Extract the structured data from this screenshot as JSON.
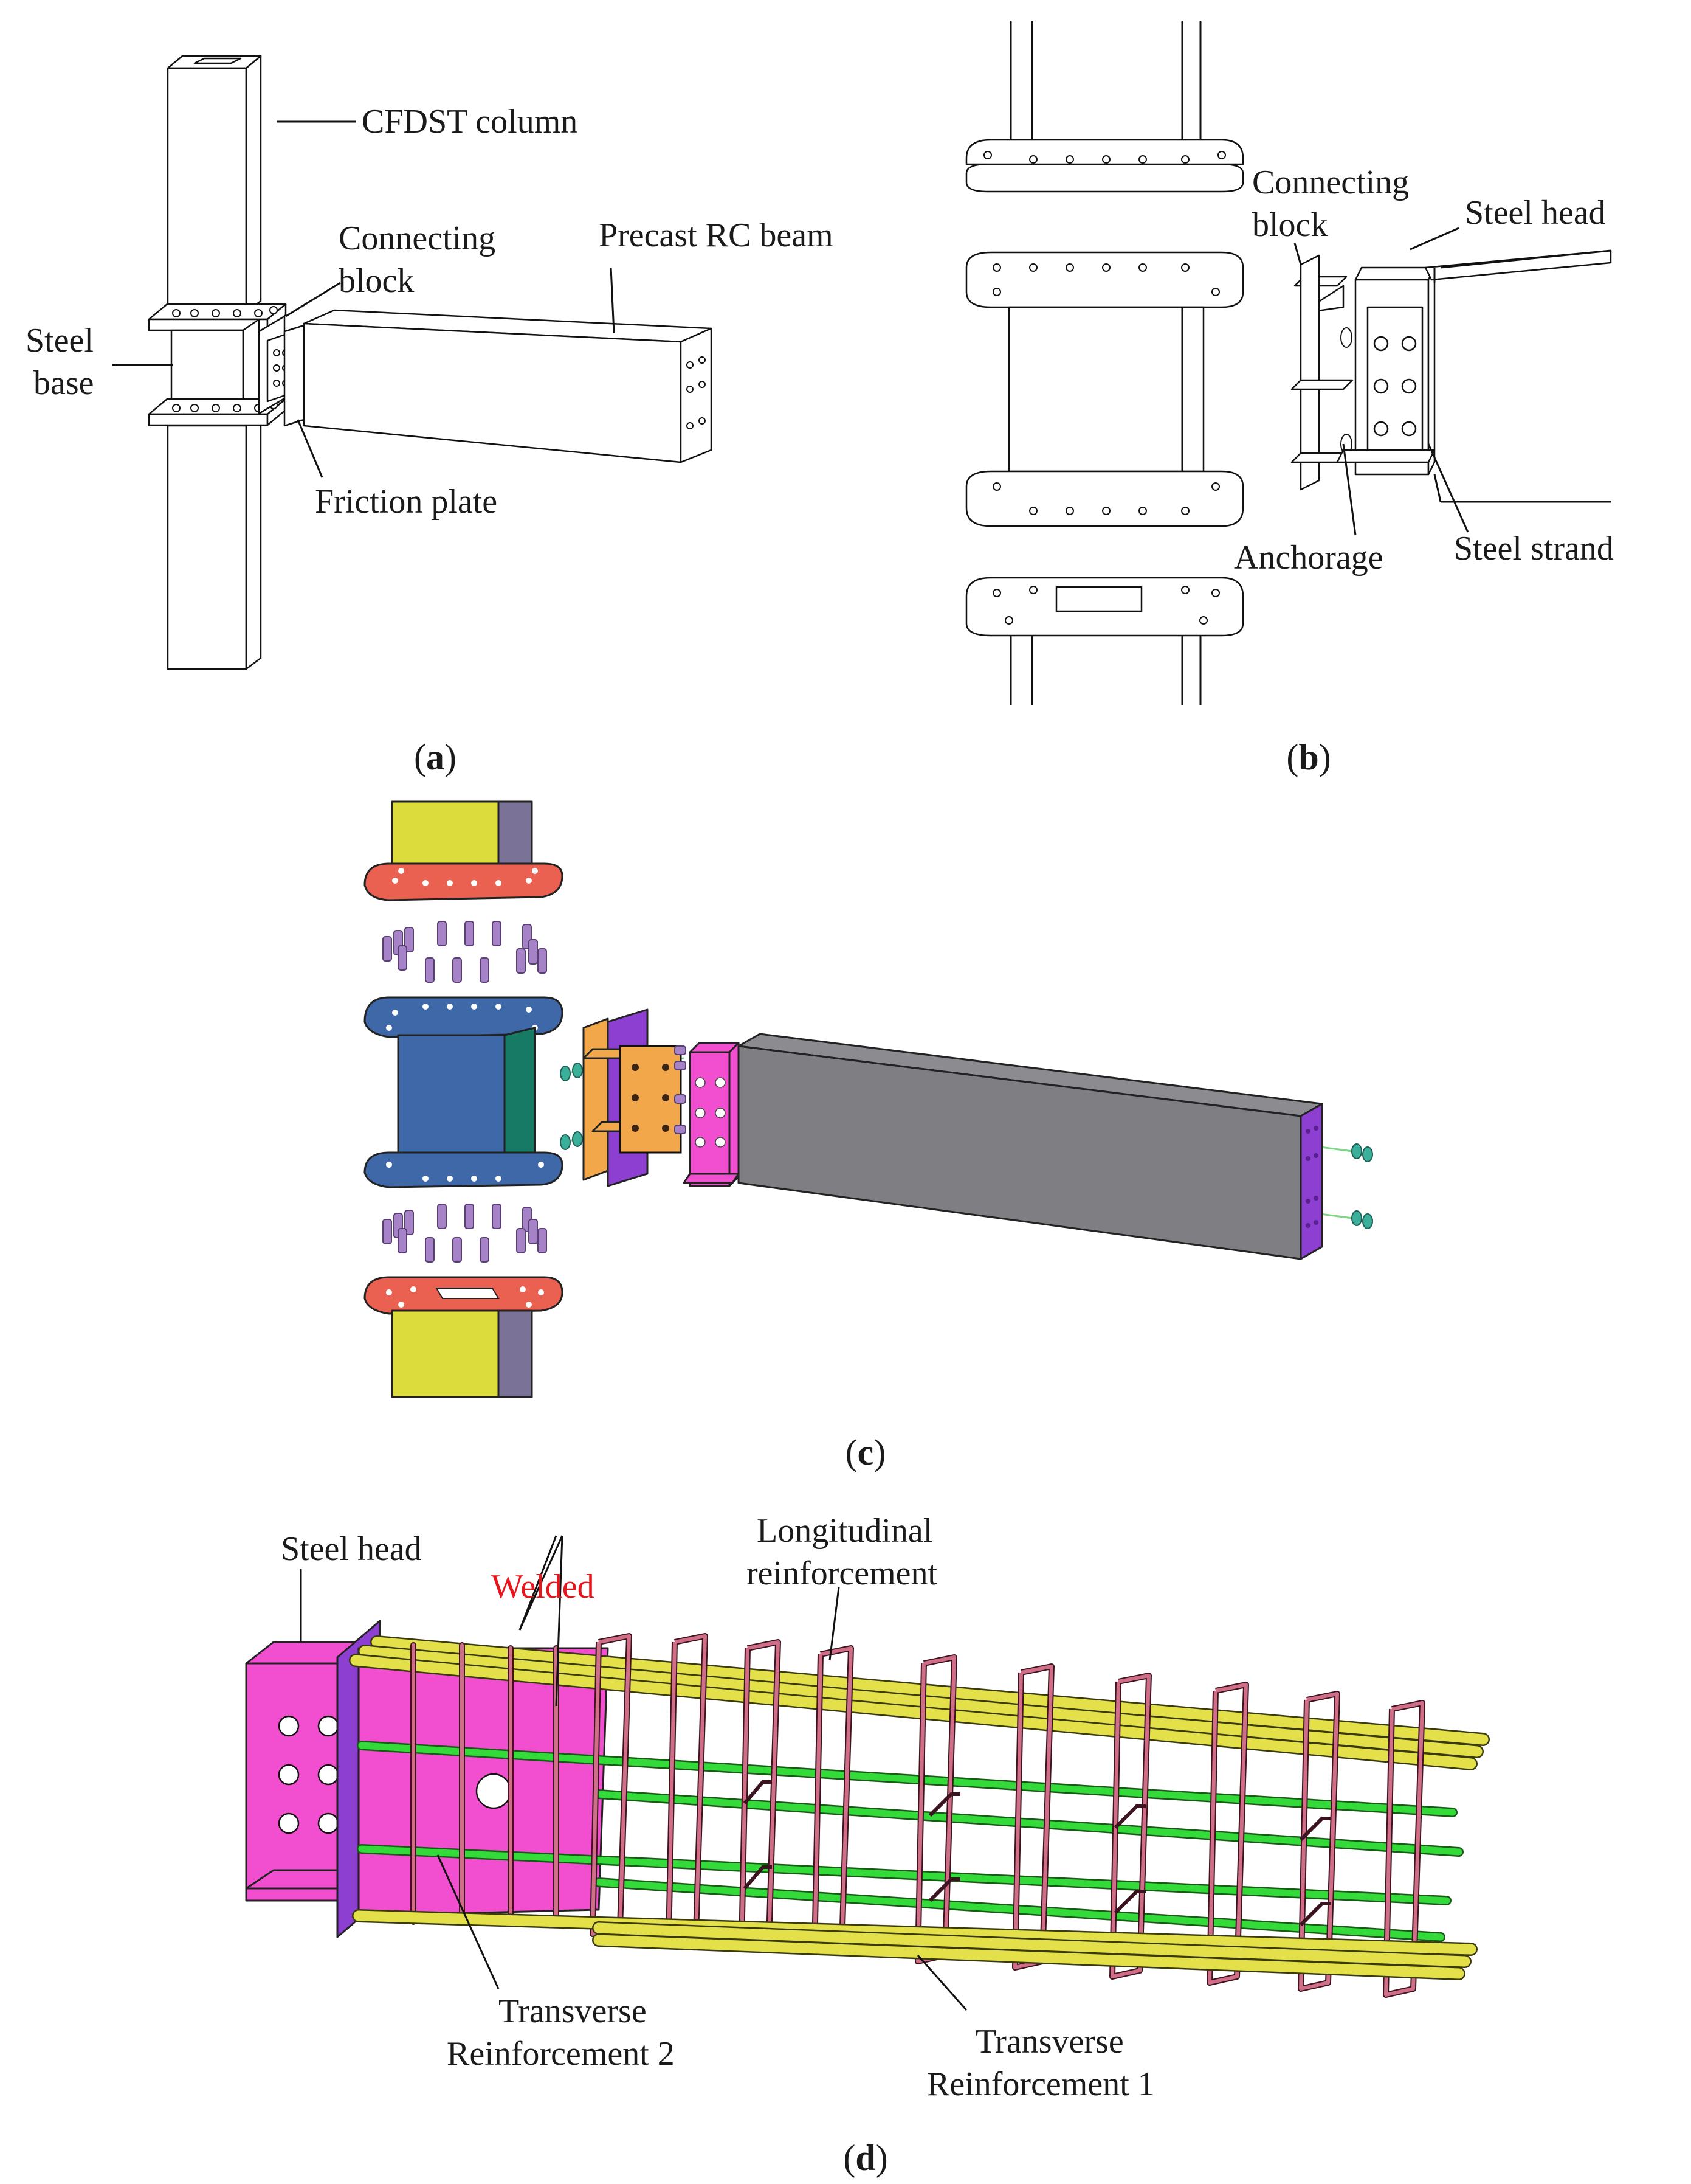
{
  "panels": {
    "a": {
      "caption": "a",
      "labels": {
        "column": "CFDST column",
        "connecting_block": [
          "Connecting",
          "block"
        ],
        "beam": "Precast RC beam",
        "steel_base": [
          "Steel",
          "base"
        ],
        "friction_plate": "Friction plate"
      }
    },
    "b": {
      "caption": "b",
      "labels": {
        "connecting_block": [
          "Connecting",
          "block"
        ],
        "steel_head": "Steel head",
        "anchorage": "Anchorage",
        "steel_strand": "Steel strand"
      }
    },
    "c": {
      "caption": "c"
    },
    "d": {
      "caption": "d",
      "labels": {
        "steel_head": "Steel head",
        "welded": "Welded",
        "longitudinal": [
          "Longitudinal",
          "reinforcement"
        ],
        "transverse_2": [
          "Transverse",
          "Reinforcement 2"
        ],
        "transverse_1": [
          "Transverse",
          "Reinforcement 1"
        ]
      }
    }
  },
  "colors": {
    "column": "#dcdc3c",
    "column_side": "#7a7397",
    "steel_base_plate": "#ea6152",
    "connecting_block_plate": "#3f68a9",
    "connecting_block_side": "#167a64",
    "bolts": "#a682c6",
    "friction_plate": "#f2a84a",
    "steel_head": "#f24fd0",
    "beam": "#7f7e82",
    "beam_end_plate": "#8d3fd2",
    "longitudinal_bar": "#e3e04a",
    "middle_bar": "#34d93a",
    "stirrup": "#cf6e86",
    "welded_text": "#e8141b"
  }
}
